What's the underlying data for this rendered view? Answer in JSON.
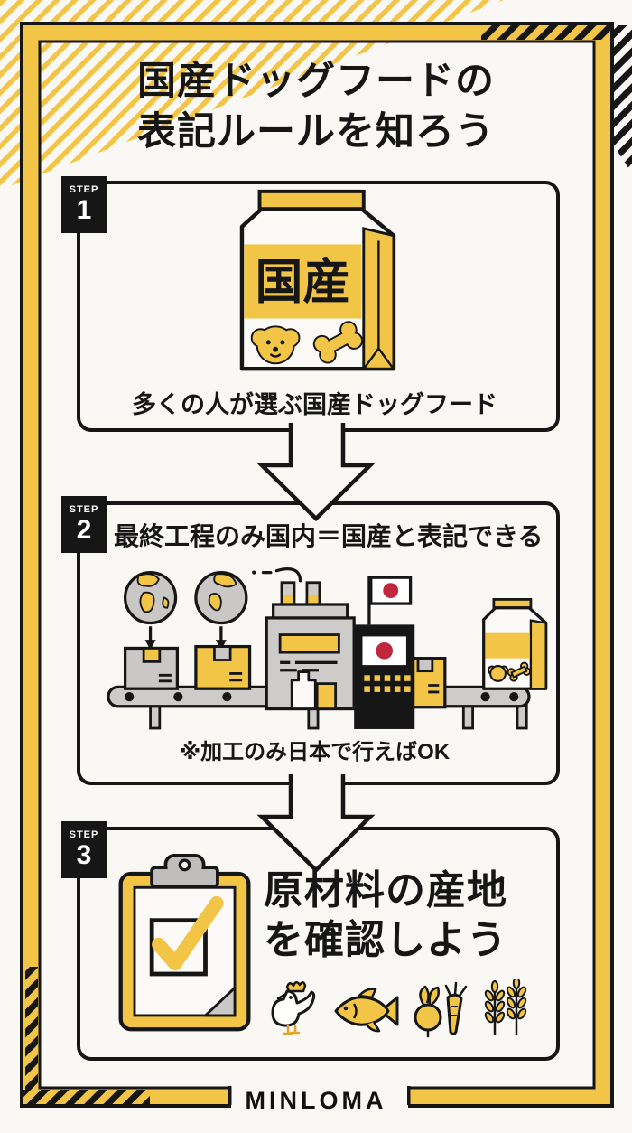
{
  "page": {
    "title_line1": "国産ドッグフードの",
    "title_line2": "表記ルールを知ろう"
  },
  "steps": [
    {
      "badge_label": "STEP",
      "badge_number": "1",
      "caption": "多くの人が選ぶ国産ドッグフード",
      "package_label": "国産",
      "illustration": "dog-food-package-with-dog-and-bone"
    },
    {
      "badge_label": "STEP",
      "badge_number": "2",
      "heading": "最終工程のみ国内＝国産と表記できる",
      "note": "※加工のみ日本で行えばOK",
      "illustration": "imported-boxes-factory-conveyor-japan-flag"
    },
    {
      "badge_label": "STEP",
      "badge_number": "3",
      "heading_line1": "原材料の産地",
      "heading_line2": "を確認しよう",
      "illustration": "clipboard-with-check",
      "ingredient_icons": [
        "chicken",
        "fish",
        "vegetables",
        "wheat"
      ]
    }
  ],
  "footer": {
    "logo": "MINLOMA"
  },
  "colors": {
    "yellow": "#F3C546",
    "black": "#161616",
    "red": "#C1273C",
    "gray": "#C9C8C6",
    "background": "#FAF8F5"
  }
}
